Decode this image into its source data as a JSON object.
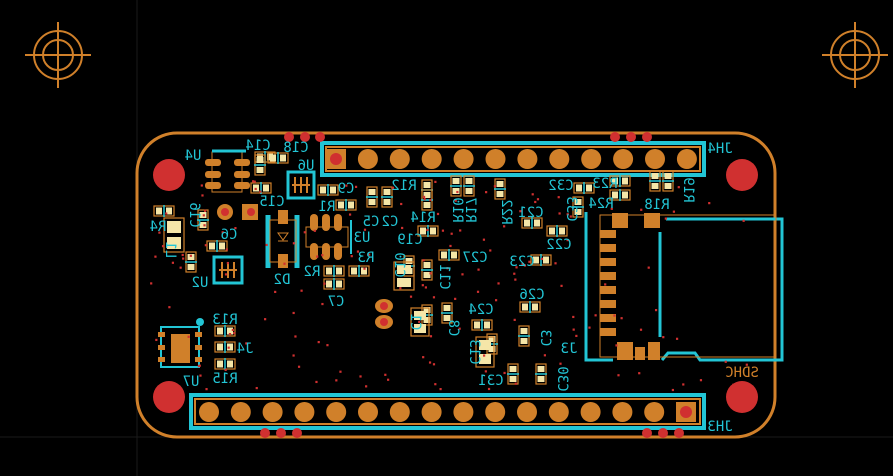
{
  "view": {
    "title": "PCB layout (bottom side, mirrored)"
  },
  "colors": {
    "background": "#000000",
    "copper": "#d0802a",
    "silkscreen": "#22c5d5",
    "hole": "#d03030",
    "pad_fill": "#f5e6a8"
  },
  "labels": {
    "U4": "U4",
    "C14": "C14",
    "C18": "C18",
    "U6": "U6",
    "C9": "C9",
    "R1": "R1",
    "C15": "C15",
    "C16": "C16",
    "R4": "R4",
    "C6": "C6",
    "L1": "L1",
    "U2": "U2",
    "D2": "D2",
    "R2": "R2",
    "R3": "R3",
    "U3": "U3",
    "C7": "C7",
    "C5": "C5",
    "C2": "C2",
    "R12": "R12",
    "R14": "R14",
    "C19": "C19",
    "C10": "C10",
    "C11": "C11",
    "R10": "R10",
    "R17": "R17",
    "R22": "R22",
    "C27": "C27",
    "C21": "C21",
    "C32": "C32",
    "C33": "C33",
    "C22": "C22",
    "C23": "C23",
    "C26": "C26",
    "C24": "C24",
    "C8": "C8",
    "C1": "C1",
    "C13": "C13",
    "C31": "C31",
    "C3": "C3",
    "C30": "C30",
    "R23": "R23",
    "R24": "R24",
    "R18": "R18",
    "R19": "R19",
    "JH4": "JH4",
    "JH3": "JH3",
    "J3": "J3",
    "SDHC": "SDHC",
    "R13": "R13",
    "J4": "J4",
    "R15": "R15",
    "U7": "U7"
  },
  "headers": {
    "JH4_pins": 12,
    "JH3_pins": 16
  }
}
